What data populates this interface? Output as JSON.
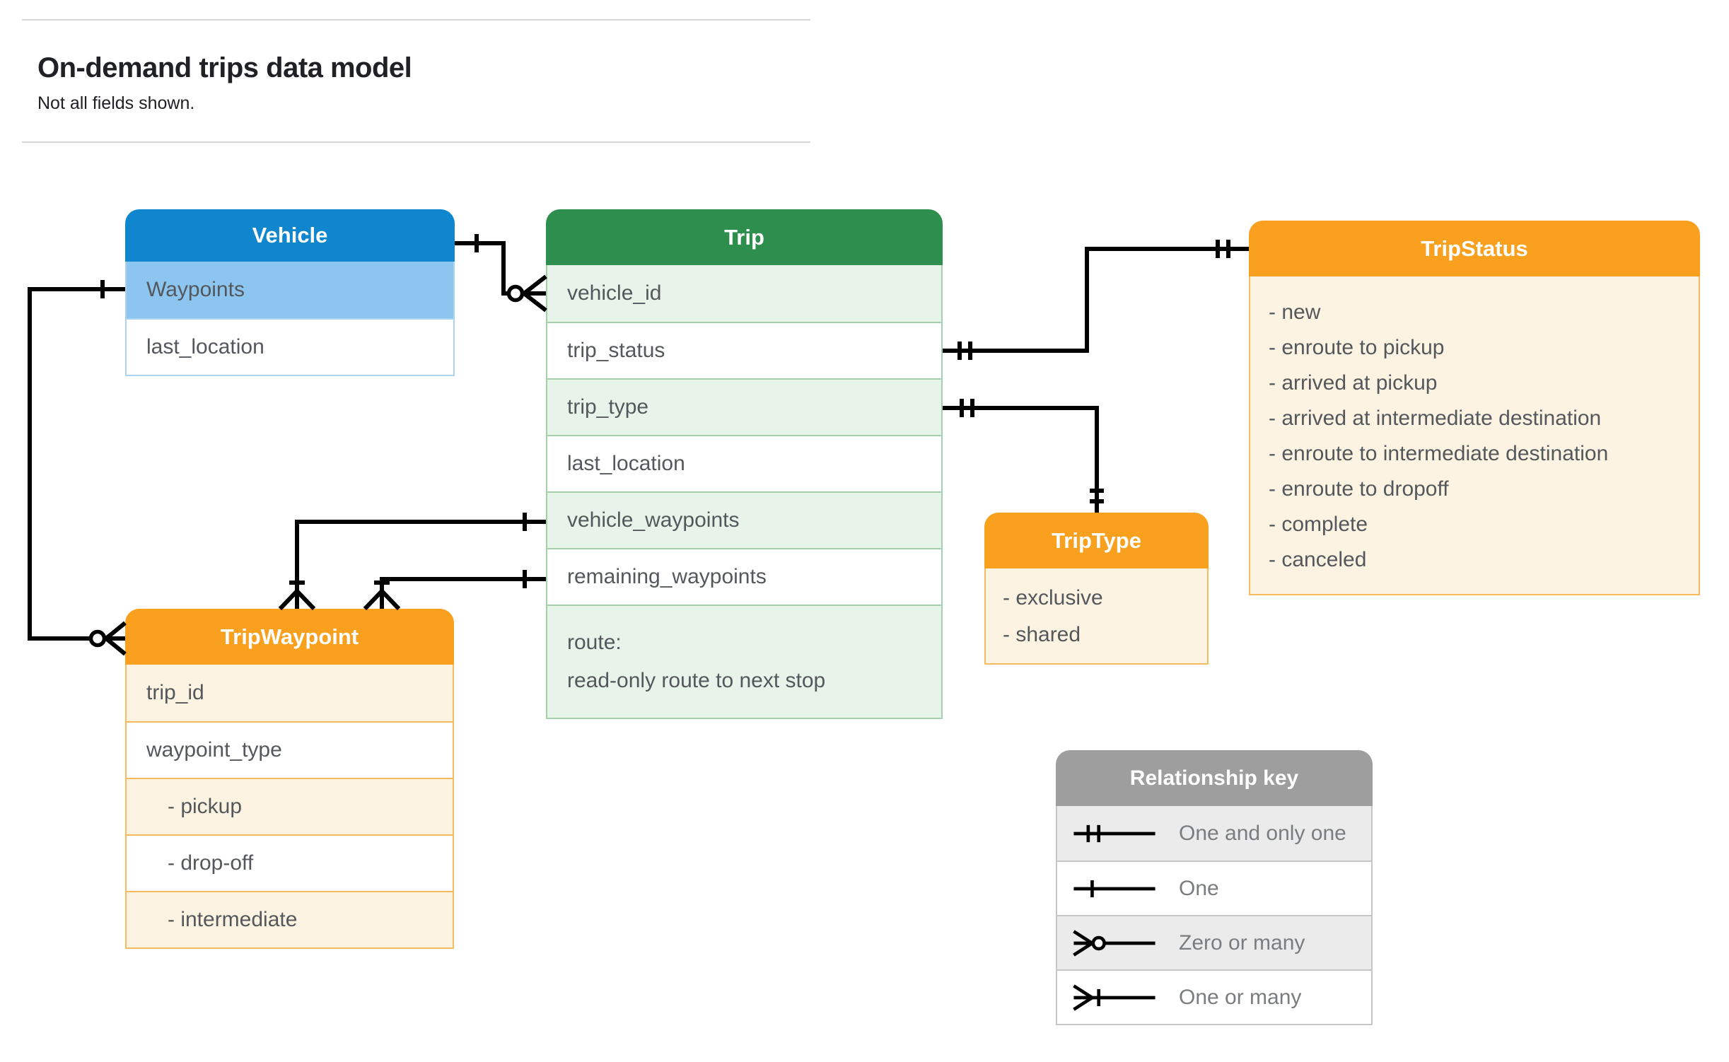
{
  "page": {
    "title": "On-demand trips data model",
    "subtitle": "Not all fields shown."
  },
  "colors": {
    "blue_header": "#0f86cd",
    "blue_row": "#8cc5ef",
    "blue_border": "#a8d4f2",
    "green_header": "#2e8e4d",
    "green_row": "#e8f3ea",
    "green_border": "#a3d0ad",
    "orange_header": "#f9a01f",
    "orange_row": "#fdf3e2",
    "orange_border": "#f6bb5d",
    "gray_header": "#9e9e9e",
    "gray_row": "#ebebeb",
    "gray_border": "#c6c6c6",
    "field_text": "#54585c",
    "key_text": "#7a7d80",
    "title_text": "#202124",
    "connector": "#000000"
  },
  "entities": {
    "vehicle": {
      "title": "Vehicle",
      "fields": [
        {
          "label": "Waypoints"
        },
        {
          "label": "last_location"
        }
      ]
    },
    "trip": {
      "title": "Trip",
      "fields": [
        {
          "label": "vehicle_id"
        },
        {
          "label": "trip_status"
        },
        {
          "label": "trip_type"
        },
        {
          "label": "last_location"
        },
        {
          "label": "vehicle_waypoints"
        },
        {
          "label": "remaining_waypoints"
        }
      ],
      "route_field": {
        "label": "route:",
        "description": "read-only route to next stop"
      }
    },
    "trip_status": {
      "title": "TripStatus",
      "values": [
        "- new",
        "- enroute to pickup",
        "- arrived at pickup",
        "- arrived at intermediate destination",
        "- enroute to intermediate destination",
        "- enroute to dropoff",
        "- complete",
        "- canceled"
      ]
    },
    "trip_type": {
      "title": "TripType",
      "values": [
        "- exclusive",
        "- shared"
      ]
    },
    "trip_waypoint": {
      "title": "TripWaypoint",
      "fields": [
        {
          "label": "trip_id",
          "indent": false
        },
        {
          "label": "waypoint_type",
          "indent": false
        },
        {
          "label": "- pickup",
          "indent": true
        },
        {
          "label": "- drop-off",
          "indent": true
        },
        {
          "label": "- intermediate",
          "indent": true
        }
      ]
    }
  },
  "relationships": [
    {
      "from": "Vehicle",
      "from_cardinality": "one",
      "to": "Trip.vehicle_id",
      "to_cardinality": "zero-or-many"
    },
    {
      "from": "Vehicle.Waypoints",
      "from_cardinality": "one",
      "to": "TripWaypoint",
      "to_cardinality": "zero-or-many"
    },
    {
      "from": "Trip.trip_status",
      "from_cardinality": "one-and-only-one",
      "to": "TripStatus",
      "to_cardinality": "one-and-only-one"
    },
    {
      "from": "Trip.trip_type",
      "from_cardinality": "one-and-only-one",
      "to": "TripType",
      "to_cardinality": "one-and-only-one"
    },
    {
      "from": "Trip.vehicle_waypoints",
      "from_cardinality": "one",
      "to": "TripWaypoint",
      "to_cardinality": "one-or-many"
    },
    {
      "from": "Trip.remaining_waypoints",
      "from_cardinality": "one",
      "to": "TripWaypoint",
      "to_cardinality": "one-or-many"
    }
  ],
  "legend": {
    "title": "Relationship key",
    "rows": [
      {
        "symbol": "one-and-only-one",
        "label": "One and only one"
      },
      {
        "symbol": "one",
        "label": "One"
      },
      {
        "symbol": "zero-or-many",
        "label": "Zero or many"
      },
      {
        "symbol": "one-or-many",
        "label": "One or many"
      }
    ]
  }
}
